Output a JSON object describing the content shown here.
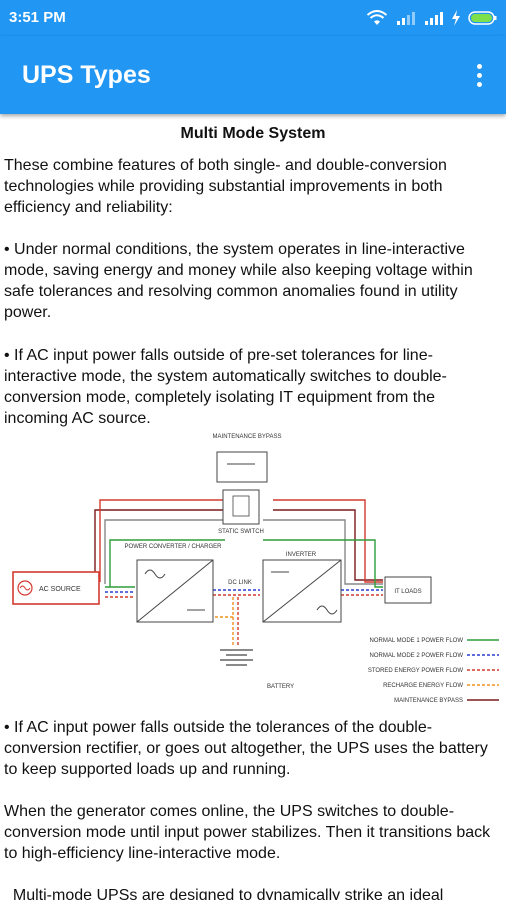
{
  "status_bar": {
    "time": "3:51 PM",
    "icons": [
      "wifi-icon",
      "signal-icon",
      "signal-icon",
      "charging-icon",
      "battery-icon"
    ]
  },
  "app_bar": {
    "title": "UPS Types",
    "menu_icon": "more-vert-icon"
  },
  "content": {
    "heading": "Multi Mode System",
    "paragraphs": [
      "These combine features of both single- and double-conversion technologies while providing substantial improvements in both efficiency and reliability:",
      "  • Under normal conditions, the system operates in line-interactive mode, saving energy and money while also keeping voltage within safe tolerances and resolving common anomalies found in utility power.",
      "  • If AC input power falls outside of pre-set tolerances for line-interactive mode, the system automatically switches to double-conversion mode, completely isolating IT equipment from the incoming AC source.",
      "• If AC input power falls outside the tolerances of the double-conversion rectifier, or goes out altogether, the UPS uses the battery to keep supported loads up and running.",
      "When the generator comes online, the UPS switches to double-conversion mode until input power stabilizes. Then it transitions back to high-efficiency line-interactive mode.",
      "  Multi-mode UPSs are designed to dynamically strike an ideal"
    ],
    "diagram": {
      "labels": {
        "maintenance_bypass": "MAINTENANCE BYPASS",
        "static_switch": "STATIC SWITCH",
        "power_converter": "POWER CONVERTER / CHARGER",
        "inverter": "INVERTER",
        "dc_link": "DC LINK",
        "ac_source": "AC SOURCE",
        "it_loads": "IT LOADS",
        "battery": "BATTERY"
      },
      "legend": [
        {
          "label": "NORMAL MODE 1 POWER FLOW",
          "color": "#2e9e3a"
        },
        {
          "label": "NORMAL MODE 2 POWER FLOW",
          "color": "#2a3fd0"
        },
        {
          "label": "STORED ENERGY POWER FLOW",
          "color": "#d43a2f"
        },
        {
          "label": "RECHARGE ENERGY FLOW",
          "color": "#f0901e"
        },
        {
          "label": "MAINTENANCE BYPASS",
          "color": "#7a1a1a"
        }
      ]
    }
  },
  "colors": {
    "primary": "#2196f3",
    "ac_source_red": "#d43a2f",
    "text": "#111111"
  }
}
